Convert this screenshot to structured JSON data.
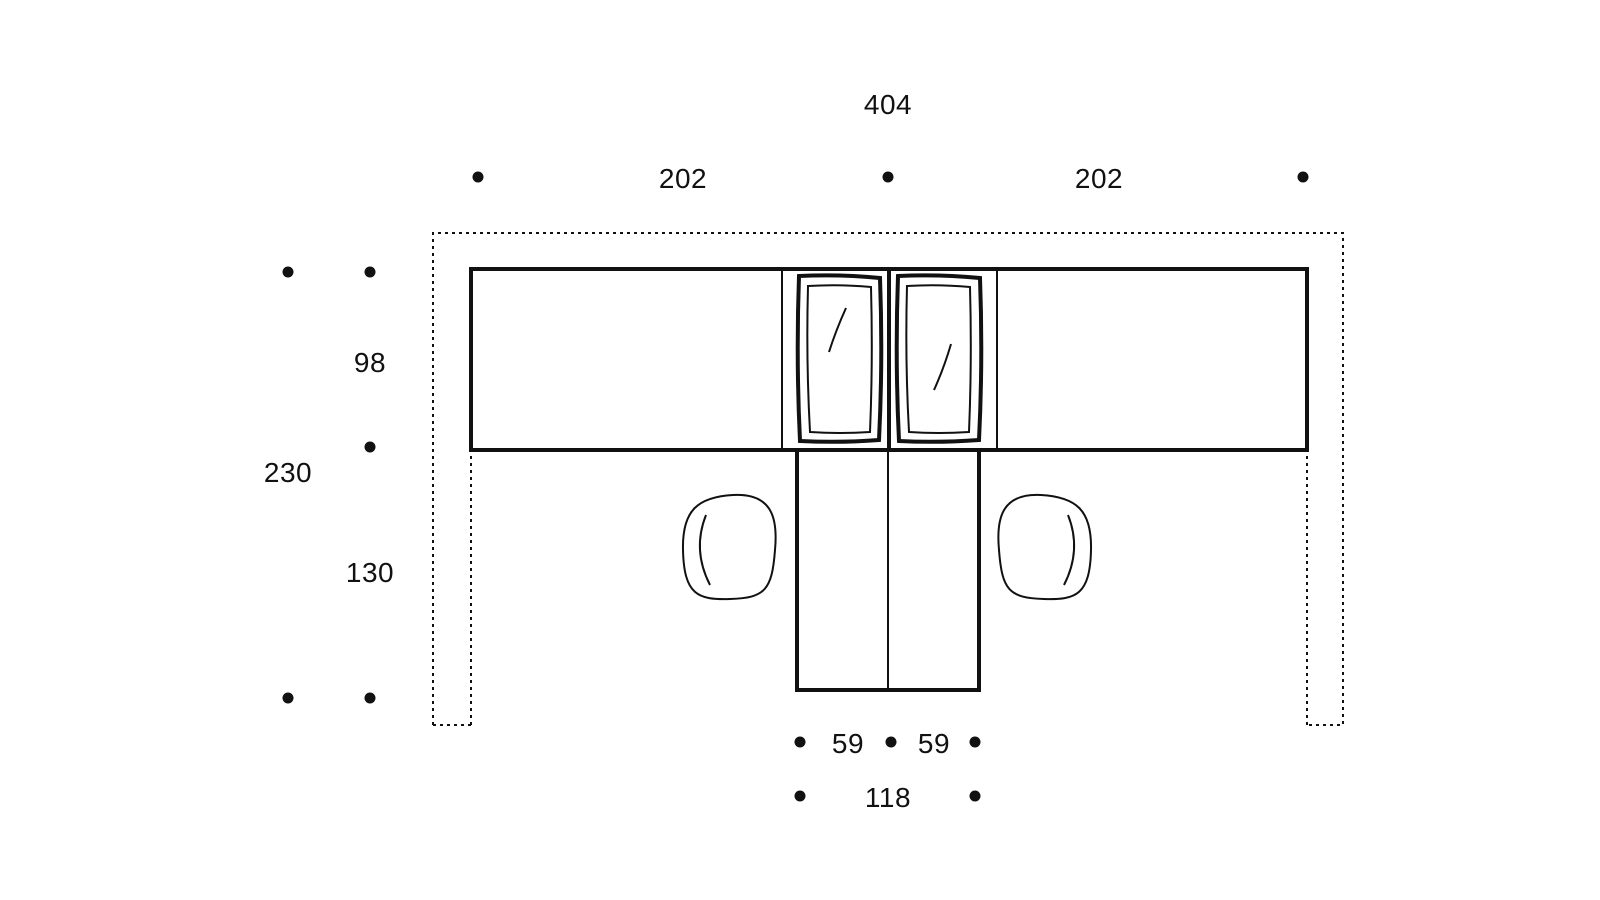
{
  "dimensions": {
    "total_width": "404",
    "left_width": "202",
    "right_width": "202",
    "total_depth": "230",
    "upper_depth": "98",
    "lower_depth": "130",
    "center_left_width": "59",
    "center_right_width": "59",
    "center_total_width": "118"
  },
  "colors": {
    "line": "#111111",
    "background": "#ffffff"
  }
}
